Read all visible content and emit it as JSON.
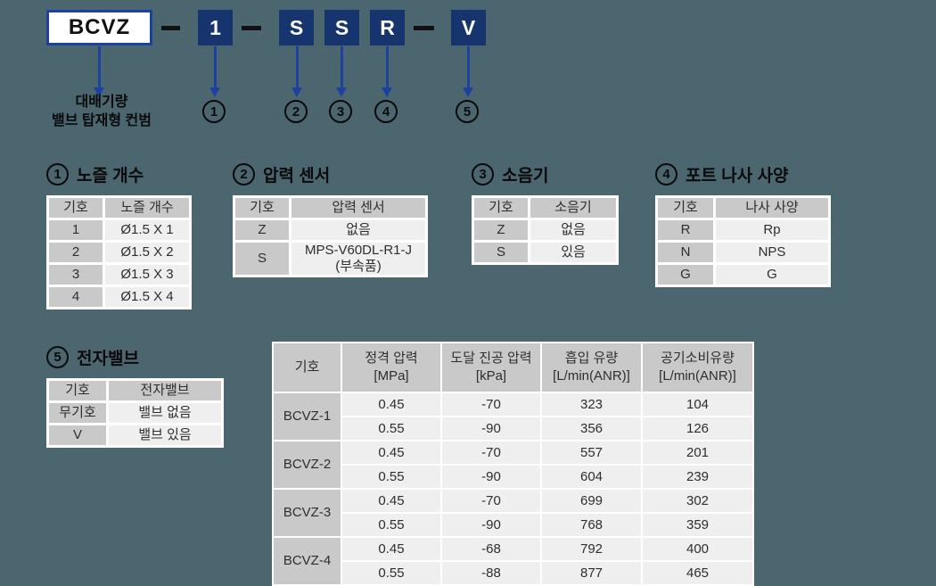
{
  "colors": {
    "background": "#4c6670",
    "code_box_navy": "#16356e",
    "arrow_blue": "#1d429e",
    "table_header_gray": "#c9c9c9",
    "table_cell_light": "#efefef"
  },
  "diagram": {
    "model_label": "BCVZ",
    "model_caption_line1": "대배기량",
    "model_caption_line2": "밸브 탑재형 컨범",
    "segments": [
      {
        "code": "1",
        "ref": "1"
      },
      {
        "code": "S",
        "ref": "2"
      },
      {
        "code": "S",
        "ref": "3"
      },
      {
        "code": "R",
        "ref": "4"
      },
      {
        "code": "V",
        "ref": "5"
      }
    ]
  },
  "sections": [
    {
      "num": "1",
      "title": "노즐 개수",
      "table": {
        "headers": [
          "기호",
          "노즐 개수"
        ],
        "rows": [
          [
            "1",
            "Ø1.5 X 1"
          ],
          [
            "2",
            "Ø1.5 X 2"
          ],
          [
            "3",
            "Ø1.5 X 3"
          ],
          [
            "4",
            "Ø1.5 X 4"
          ]
        ]
      }
    },
    {
      "num": "2",
      "title": "압력 센서",
      "table": {
        "headers": [
          "기호",
          "압력 센서"
        ],
        "rows": [
          [
            "Z",
            "없음"
          ],
          [
            "S",
            "MPS-V60DL-R1-J\n(부속품)"
          ]
        ]
      }
    },
    {
      "num": "3",
      "title": "소음기",
      "table": {
        "headers": [
          "기호",
          "소음기"
        ],
        "rows": [
          [
            "Z",
            "없음"
          ],
          [
            "S",
            "있음"
          ]
        ]
      }
    },
    {
      "num": "4",
      "title": "포트 나사 사양",
      "table": {
        "headers": [
          "기호",
          "나사 사양"
        ],
        "rows": [
          [
            "R",
            "Rp"
          ],
          [
            "N",
            "NPS"
          ],
          [
            "G",
            "G"
          ]
        ]
      }
    },
    {
      "num": "5",
      "title": "전자밸브",
      "table": {
        "headers": [
          "기호",
          "전자밸브"
        ],
        "rows": [
          [
            "무기호",
            "밸브 없음"
          ],
          [
            "V",
            "밸브 있음"
          ]
        ]
      }
    }
  ],
  "spec_table": {
    "headers": [
      "기호",
      "정격 압력\n[MPa]",
      "도달 진공 압력\n[kPa]",
      "흡입 유량\n[L/min(ANR)]",
      "공기소비유량\n[L/min(ANR)]"
    ],
    "groups": [
      {
        "model": "BCVZ-1",
        "rows": [
          [
            "0.45",
            "-70",
            "323",
            "104"
          ],
          [
            "0.55",
            "-90",
            "356",
            "126"
          ]
        ]
      },
      {
        "model": "BCVZ-2",
        "rows": [
          [
            "0.45",
            "-70",
            "557",
            "201"
          ],
          [
            "0.55",
            "-90",
            "604",
            "239"
          ]
        ]
      },
      {
        "model": "BCVZ-3",
        "rows": [
          [
            "0.45",
            "-70",
            "699",
            "302"
          ],
          [
            "0.55",
            "-90",
            "768",
            "359"
          ]
        ]
      },
      {
        "model": "BCVZ-4",
        "rows": [
          [
            "0.45",
            "-68",
            "792",
            "400"
          ],
          [
            "0.55",
            "-88",
            "877",
            "465"
          ]
        ]
      }
    ]
  }
}
